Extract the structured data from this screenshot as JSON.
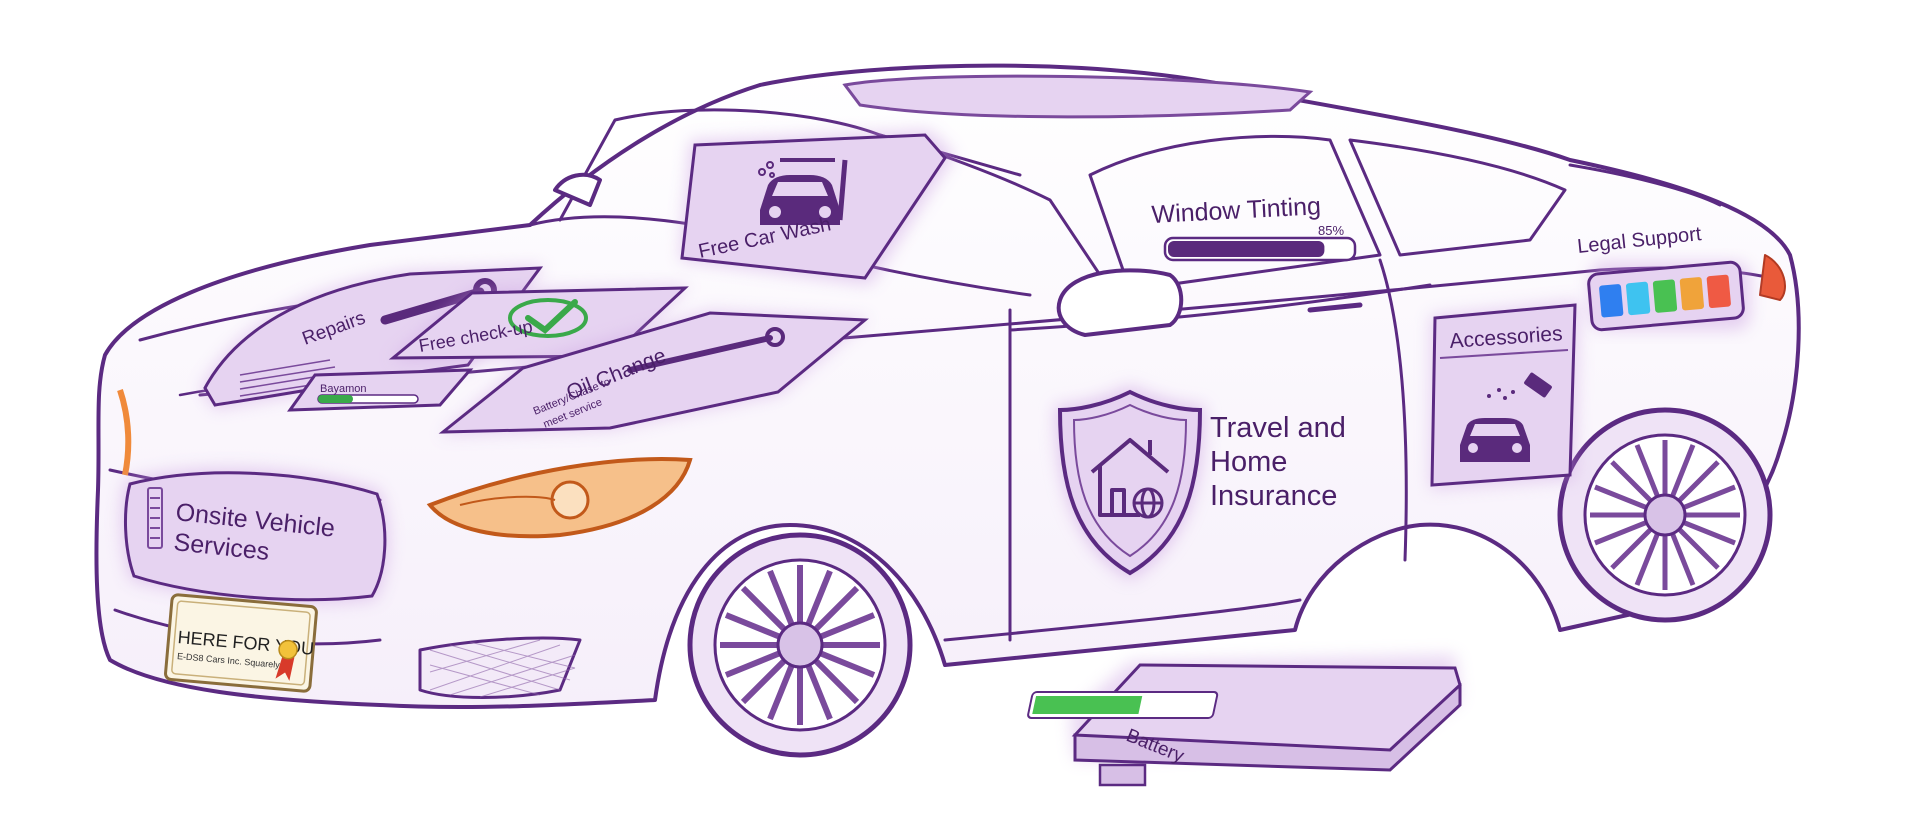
{
  "colors": {
    "outline": "#5b2a82",
    "panel_fill": "#e6d3f1",
    "panel_dark": "#5a2a7c",
    "light_orange": "#f08a3a",
    "progress_green": "#3aa94a",
    "rainbow": [
      "#2f7ff0",
      "#3ec3f0",
      "#49c152",
      "#f0a33a",
      "#ef5a44"
    ]
  },
  "panels": {
    "wash": {
      "label": "Free Car Wash",
      "icon": "car-wash-icon"
    },
    "repairs": {
      "label": "Repairs",
      "icon": "wrench-icon"
    },
    "checkup": {
      "label": "Free check-up",
      "icon": "checkmark-icon"
    },
    "oil": {
      "label": "Oil Change",
      "sub1": "Battery/Chase to",
      "sub2": "meet service",
      "icon": "dipstick-icon"
    },
    "small_meter": {
      "label": "Bayamon",
      "progress": 0.35
    },
    "window_tint": {
      "label": "Window Tinting",
      "percent_label": "85%",
      "progress": 0.85
    },
    "legal": {
      "label": "Legal Support",
      "icon": "color-swatches-icon"
    },
    "accessories": {
      "label": "Accessories",
      "icon": "car-spray-icon"
    },
    "insurance": {
      "line1": "Travel and",
      "line2": "Home",
      "line3": "Insurance",
      "icon": "shield-house-icon"
    },
    "onsite": {
      "line1": "Onsite Vehicle",
      "line2": "Services"
    },
    "plate": {
      "line1": "HERE FOR YOU",
      "line2": "E-DS8 Cars Inc. Squarely"
    },
    "battery": {
      "label": "Battery",
      "charge": 0.6
    }
  }
}
